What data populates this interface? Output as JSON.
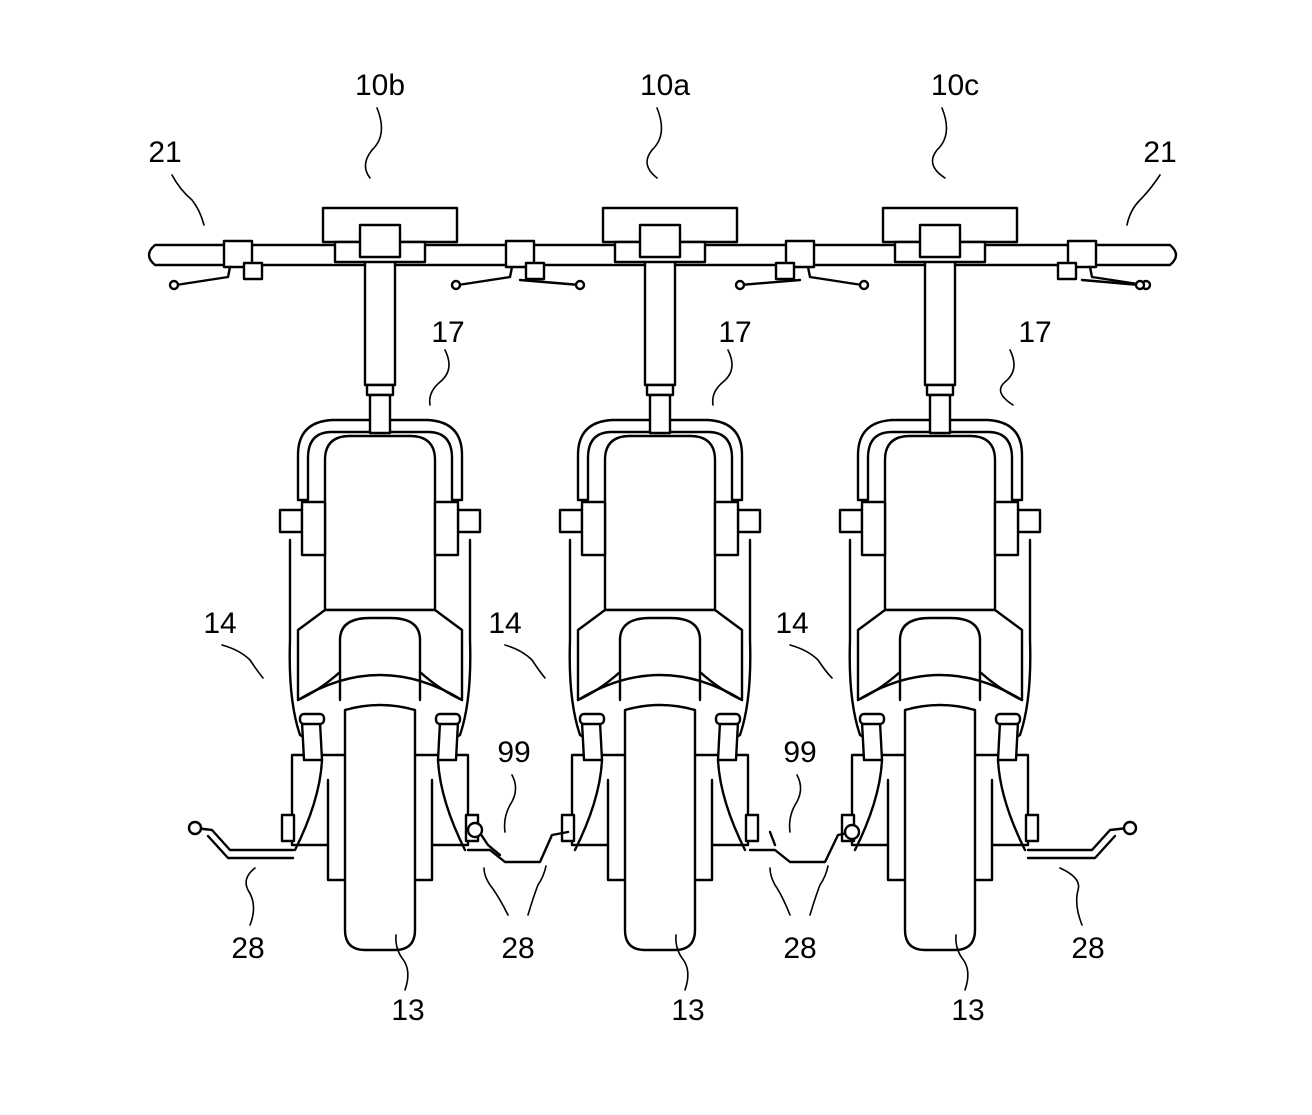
{
  "labels": {
    "scooter_center": "10a",
    "scooter_left": "10b",
    "scooter_right": "10c",
    "handlebar": "21",
    "front_fork": "17",
    "body": "14",
    "front_wheel": "13",
    "link_part": "28",
    "coupling": "99"
  },
  "colors": {
    "line": "#000000",
    "background": "#ffffff"
  }
}
